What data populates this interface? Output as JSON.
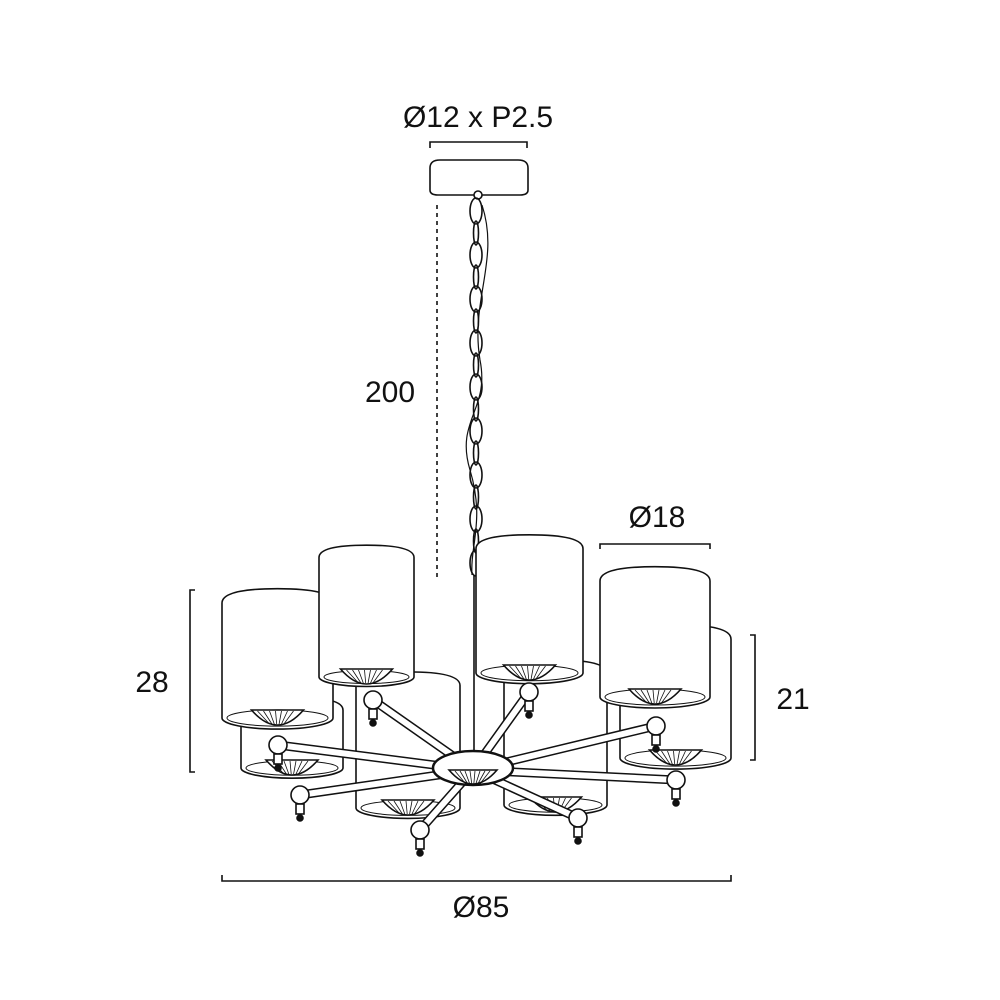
{
  "dimensions": {
    "canopy_fixing": "Ø12 x P2.5",
    "drop_length": "200",
    "shade_diameter": "Ø18",
    "overall_height": "28",
    "shade_height": "21",
    "overall_diameter": "Ø85"
  },
  "colors": {
    "line": "#111111",
    "background": "#ffffff"
  }
}
